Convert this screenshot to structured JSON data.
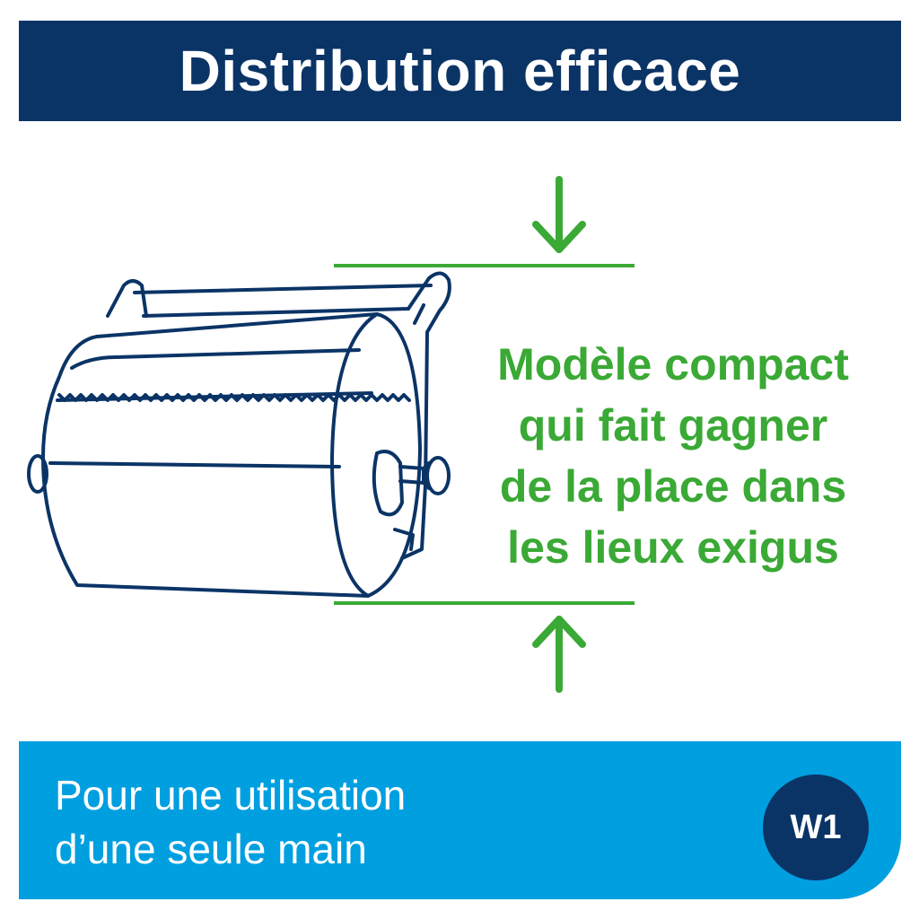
{
  "header": {
    "title": "Distribution efficace"
  },
  "claim": {
    "lines": [
      "Modèle compact",
      "qui fait gagner",
      "de la place dans",
      "les lieux exigus"
    ]
  },
  "footer": {
    "lines": [
      "Pour une utilisation",
      "d’une seule main"
    ],
    "badge": "W1"
  },
  "icons": {
    "dispenser": "paper-roll-dispenser-icon",
    "arrow_down": "arrow-down-icon",
    "arrow_up": "arrow-up-icon"
  },
  "colors": {
    "navy": "#0b3466",
    "green": "#3aa935",
    "blue": "#009fe0",
    "white": "#ffffff"
  }
}
